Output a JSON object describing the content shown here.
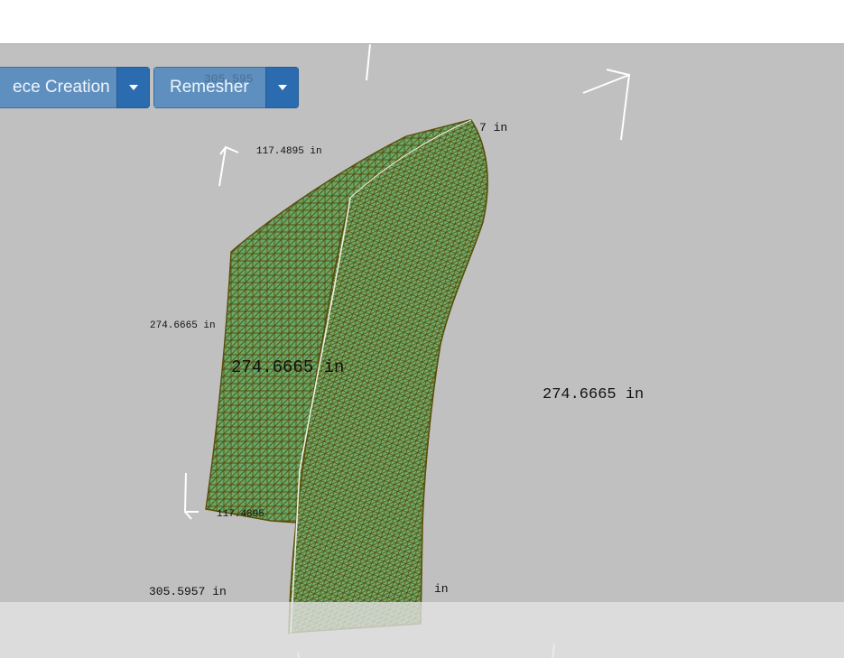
{
  "toolbar": {
    "piece_creation_label": "ece Creation",
    "remesher_label": "Remesher"
  },
  "dimensions": {
    "top_center": "305.595",
    "top_right_partial": "7 in",
    "top_left": "117.4895 in",
    "left_mid": "274.6665 in",
    "center_large": "274.6665 in",
    "right_large": "274.6665 in",
    "bottom_left_small": "117.4895",
    "bottom_left": "305.5957 in",
    "bottom_mid_partial": "in"
  },
  "colors": {
    "viewport_bg": "#c0c0c0",
    "mesh_fill": "#66a86c",
    "mesh_edge": "#5a4d08",
    "button_main": "#5f8fbe",
    "button_caret": "#2b6cb0"
  },
  "icons": [
    "axis-gizmo-icon",
    "dropdown-caret-icon"
  ]
}
